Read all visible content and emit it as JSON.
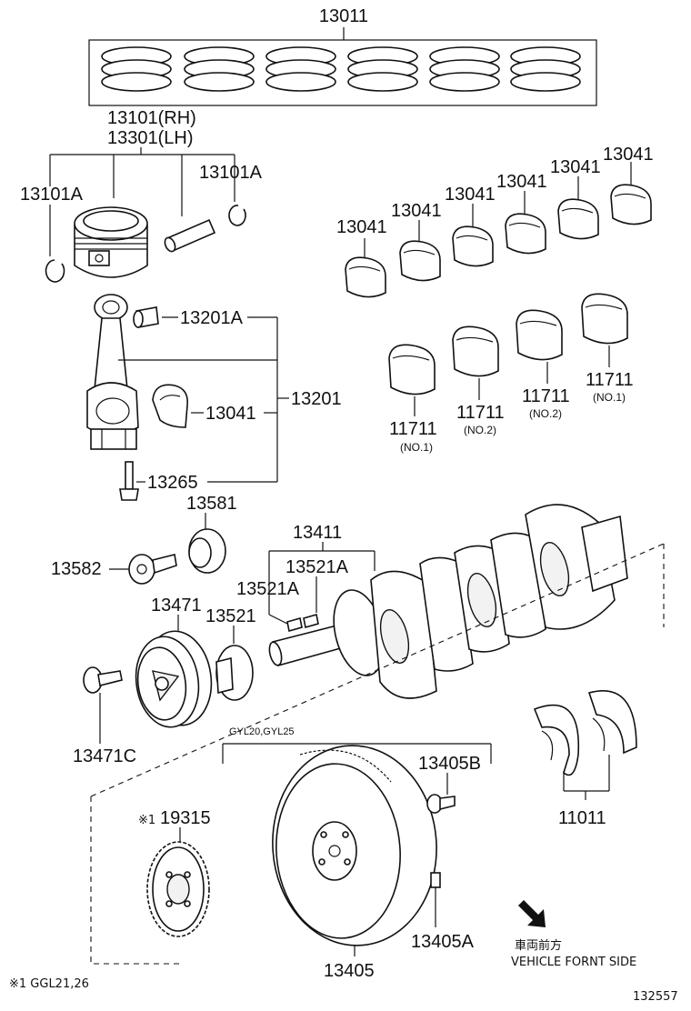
{
  "labels": {
    "piston_ring_set": "13011",
    "piston_rh": "13101(RH)",
    "piston_lh": "13301(LH)",
    "snap_ring_left": "13101A",
    "snap_ring_right": "13101A",
    "conrod_bushing": "13201A",
    "conrod_assy": "13201",
    "conrod_bearing": "13041",
    "conrod_bolt": "13265",
    "bearing_1": "13041",
    "bearing_2": "13041",
    "bearing_3": "13041",
    "bearing_4": "13041",
    "bearing_5": "13041",
    "bearing_6": "13041",
    "main_bearing_1": "11711",
    "main_bearing_1_note": "(NO.1)",
    "main_bearing_2": "11711",
    "main_bearing_2_note": "(NO.2)",
    "main_bearing_3": "11711",
    "main_bearing_3_note": "(NO.2)",
    "main_bearing_4": "11711",
    "main_bearing_4_note": "(NO.1)",
    "plate_13581": "13581",
    "bolt_13582": "13582",
    "crankshaft": "13411",
    "key_13521a_top": "13521A",
    "key_13521a_left": "13521A",
    "timing_gear": "13521",
    "pulley": "13471",
    "pulley_bolt": "13471C",
    "thrust_washer": "11011",
    "gyl_note": "GYL20,GYL25",
    "flywheel_bolt": "13405B",
    "flywheel": "13405",
    "flywheel_pin": "13405A",
    "sprocket": "19315",
    "sprocket_mark": "※1",
    "footnote": "※1 GGL21,26",
    "front_jp": "車両前方",
    "front_en": "VEHICLE FORNT SIDE",
    "figure_id": "132557"
  }
}
